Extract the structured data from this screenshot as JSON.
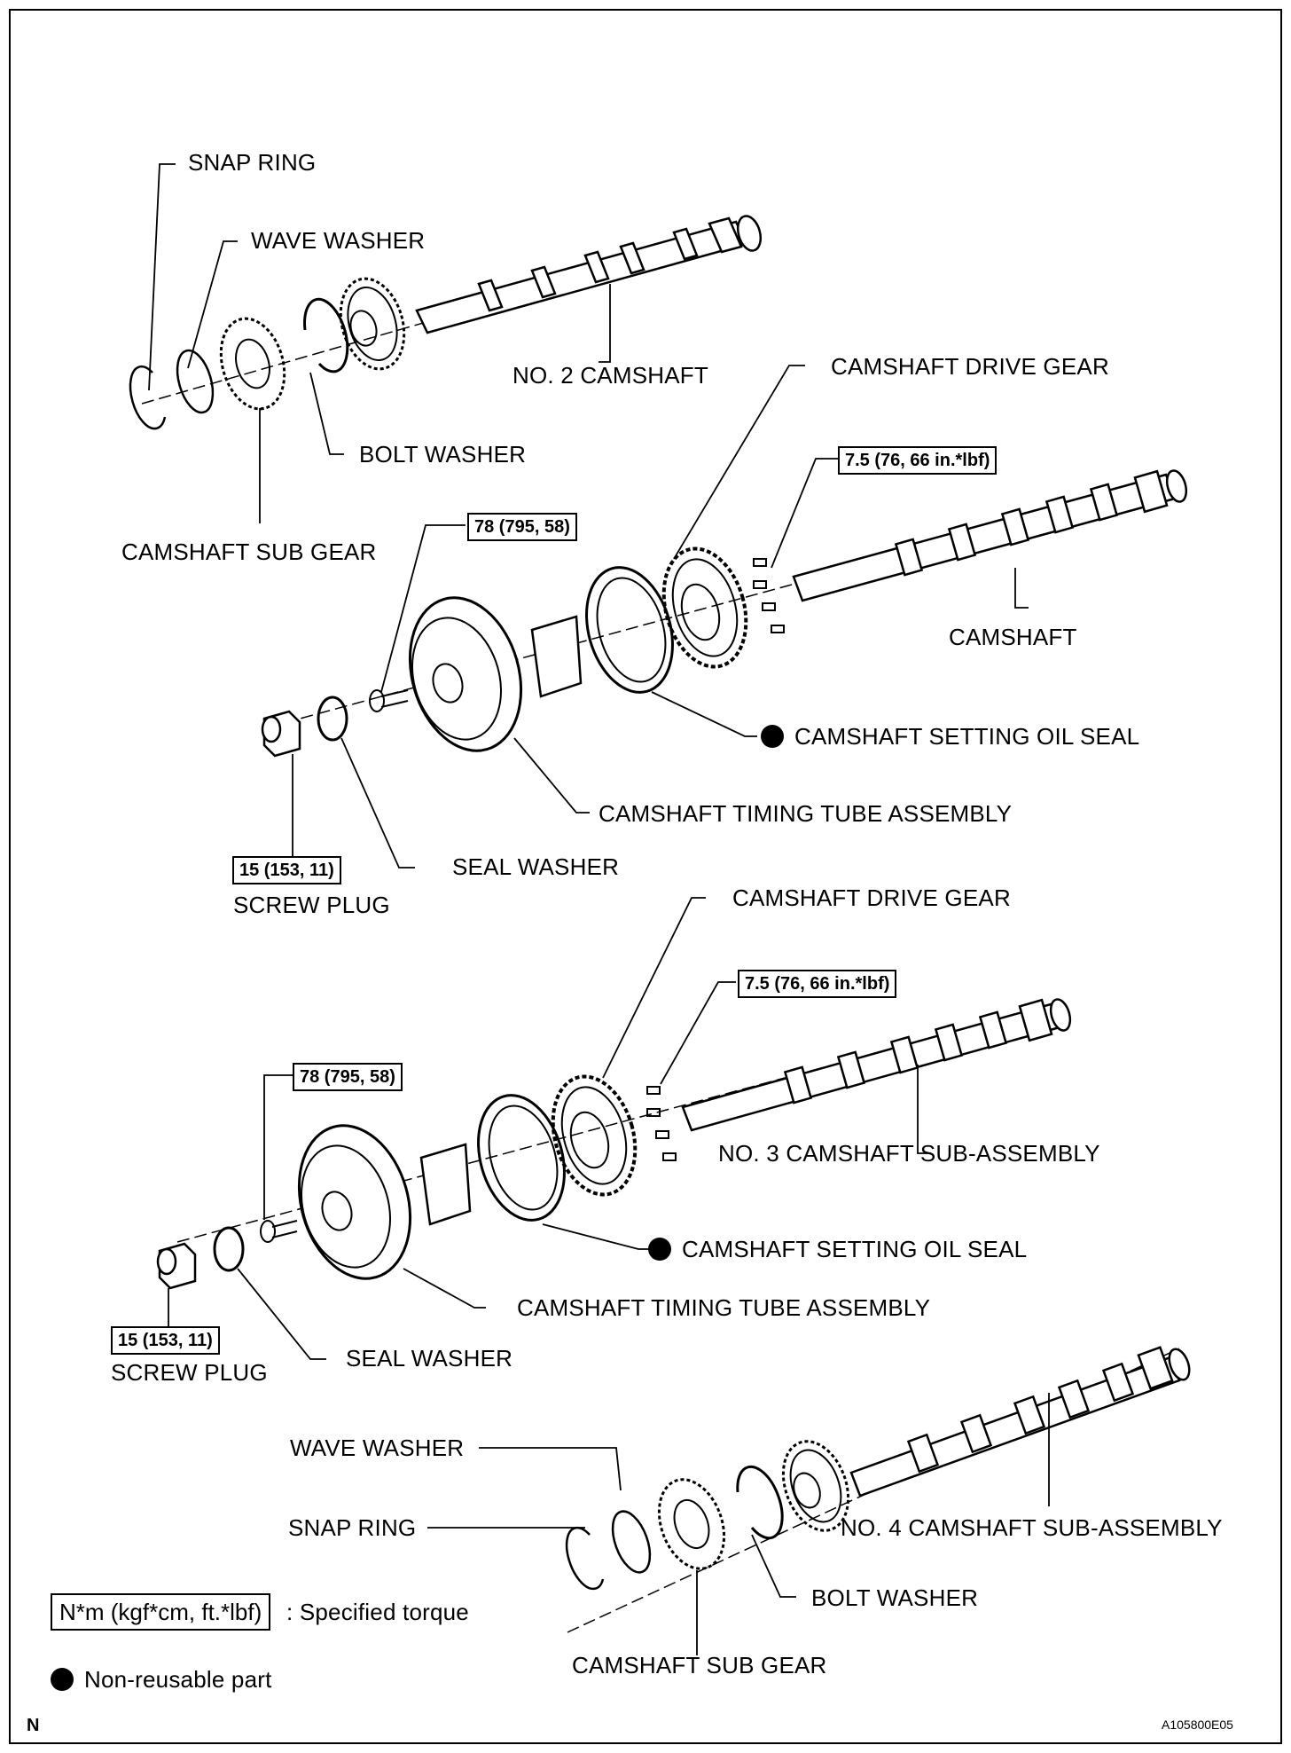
{
  "labels": {
    "snap_ring_top": "SNAP RING",
    "wave_washer_top": "WAVE WASHER",
    "no2_camshaft": "NO. 2 CAMSHAFT",
    "bolt_washer_top": "BOLT WASHER",
    "camshaft_sub_gear_top": "CAMSHAFT SUB GEAR",
    "drive_gear_1": "CAMSHAFT DRIVE GEAR",
    "camshaft": "CAMSHAFT",
    "setting_oil_seal_1": "CAMSHAFT SETTING OIL SEAL",
    "timing_tube_1": "CAMSHAFT TIMING TUBE ASSEMBLY",
    "seal_washer_1": "SEAL WASHER",
    "screw_plug_1": "SCREW PLUG",
    "drive_gear_2": "CAMSHAFT DRIVE GEAR",
    "no3_camshaft": "NO. 3 CAMSHAFT SUB-ASSEMBLY",
    "setting_oil_seal_2": "CAMSHAFT SETTING OIL SEAL",
    "timing_tube_2": "CAMSHAFT TIMING TUBE ASSEMBLY",
    "seal_washer_2": "SEAL WASHER",
    "screw_plug_2": "SCREW PLUG",
    "wave_washer_bottom": "WAVE WASHER",
    "snap_ring_bottom": "SNAP RING",
    "no4_camshaft": "NO. 4 CAMSHAFT SUB-ASSEMBLY",
    "bolt_washer_bottom": "BOLT WASHER",
    "camshaft_sub_gear_bottom": "CAMSHAFT SUB GEAR"
  },
  "torques": {
    "bolt_1": "7.5 (76, 66 in.*lbf)",
    "center_bolt_1": "78 (795, 58)",
    "plug_1": "15 (153, 11)",
    "bolt_2": "7.5 (76, 66 in.*lbf)",
    "center_bolt_2": "78 (795, 58)",
    "plug_2": "15 (153, 11)"
  },
  "legend": {
    "torque_units": "N*m (kgf*cm, ft.*lbf)",
    "torque_desc": ": Specified torque",
    "non_reusable": "Non-reusable part"
  },
  "corner": {
    "left": "N",
    "right": "A105800E05"
  }
}
